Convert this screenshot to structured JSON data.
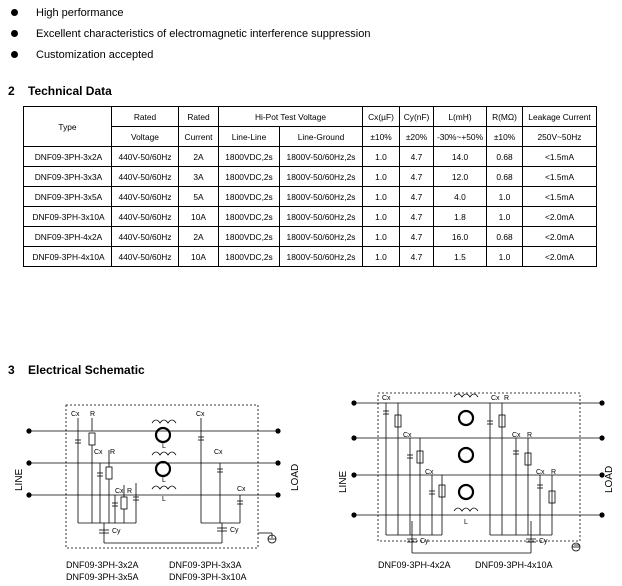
{
  "features": [
    "High performance",
    "Excellent characteristics of electromagnetic interference suppression",
    "Customization accepted"
  ],
  "sections": {
    "technical": {
      "number": "2",
      "title": "Technical Data"
    },
    "schematic": {
      "number": "3",
      "title": "Electrical Schematic"
    }
  },
  "table": {
    "header": {
      "type": "Type",
      "rated1": "Rated",
      "voltage": "Voltage",
      "rated2": "Rated",
      "current": "Current",
      "hipot": "Hi-Pot Test Voltage",
      "line_line": "Line-Line",
      "line_ground": "Line-Ground",
      "cx": "Cx(µF)",
      "cx_tol": "±10%",
      "cy": "Cy(nF)",
      "cy_tol": "±20%",
      "l": "L(mH)",
      "l_tol": "-30%~+50%",
      "r": "R(MΩ)",
      "r_tol": "±10%",
      "leak": "Leakage Current",
      "leak_cond": "250V~50Hz"
    },
    "rows": [
      [
        "DNF09-3PH-3x2A",
        "440V-50/60Hz",
        "2A",
        "1800VDC,2s",
        "1800V-50/60Hz,2s",
        "1.0",
        "4.7",
        "14.0",
        "0.68",
        "<1.5mA"
      ],
      [
        "DNF09-3PH-3x3A",
        "440V-50/60Hz",
        "3A",
        "1800VDC,2s",
        "1800V-50/60Hz,2s",
        "1.0",
        "4.7",
        "12.0",
        "0.68",
        "<1.5mA"
      ],
      [
        "DNF09-3PH-3x5A",
        "440V-50/60Hz",
        "5A",
        "1800VDC,2s",
        "1800V-50/60Hz,2s",
        "1.0",
        "4.7",
        "4.0",
        "1.0",
        "<1.5mA"
      ],
      [
        "DNF09-3PH-3x10A",
        "440V-50/60Hz",
        "10A",
        "1800VDC,2s",
        "1800V-50/60Hz,2s",
        "1.0",
        "4.7",
        "1.8",
        "1.0",
        "<2.0mA"
      ],
      [
        "DNF09-3PH-4x2A",
        "440V-50/60Hz",
        "2A",
        "1800VDC,2s",
        "1800V-50/60Hz,2s",
        "1.0",
        "4.7",
        "16.0",
        "0.68",
        "<2.0mA"
      ],
      [
        "DNF09-3PH-4x10A",
        "440V-50/60Hz",
        "10A",
        "1800VDC,2s",
        "1800V-50/60Hz,2s",
        "1.0",
        "4.7",
        "1.5",
        "1.0",
        "<2.0mA"
      ]
    ]
  },
  "schematic": {
    "left": {
      "line_label": "LINE",
      "load_label": "LOAD",
      "labels": {
        "cx": "Cx",
        "r": "R",
        "l": "L",
        "cy": "Cy"
      },
      "models": [
        "DNF09-3PH-3x2A",
        "DNF09-3PH-3x3A",
        "DNF09-3PH-3x5A",
        "DNF09-3PH-3x10A"
      ]
    },
    "right": {
      "line_label": "LINE",
      "load_label": "LOAD",
      "labels": {
        "cx": "Cx",
        "r": "R",
        "l": "L",
        "cy": "Cy"
      },
      "models": [
        "DNF09-3PH-4x2A",
        "DNF09-3PH-4x10A"
      ]
    }
  }
}
